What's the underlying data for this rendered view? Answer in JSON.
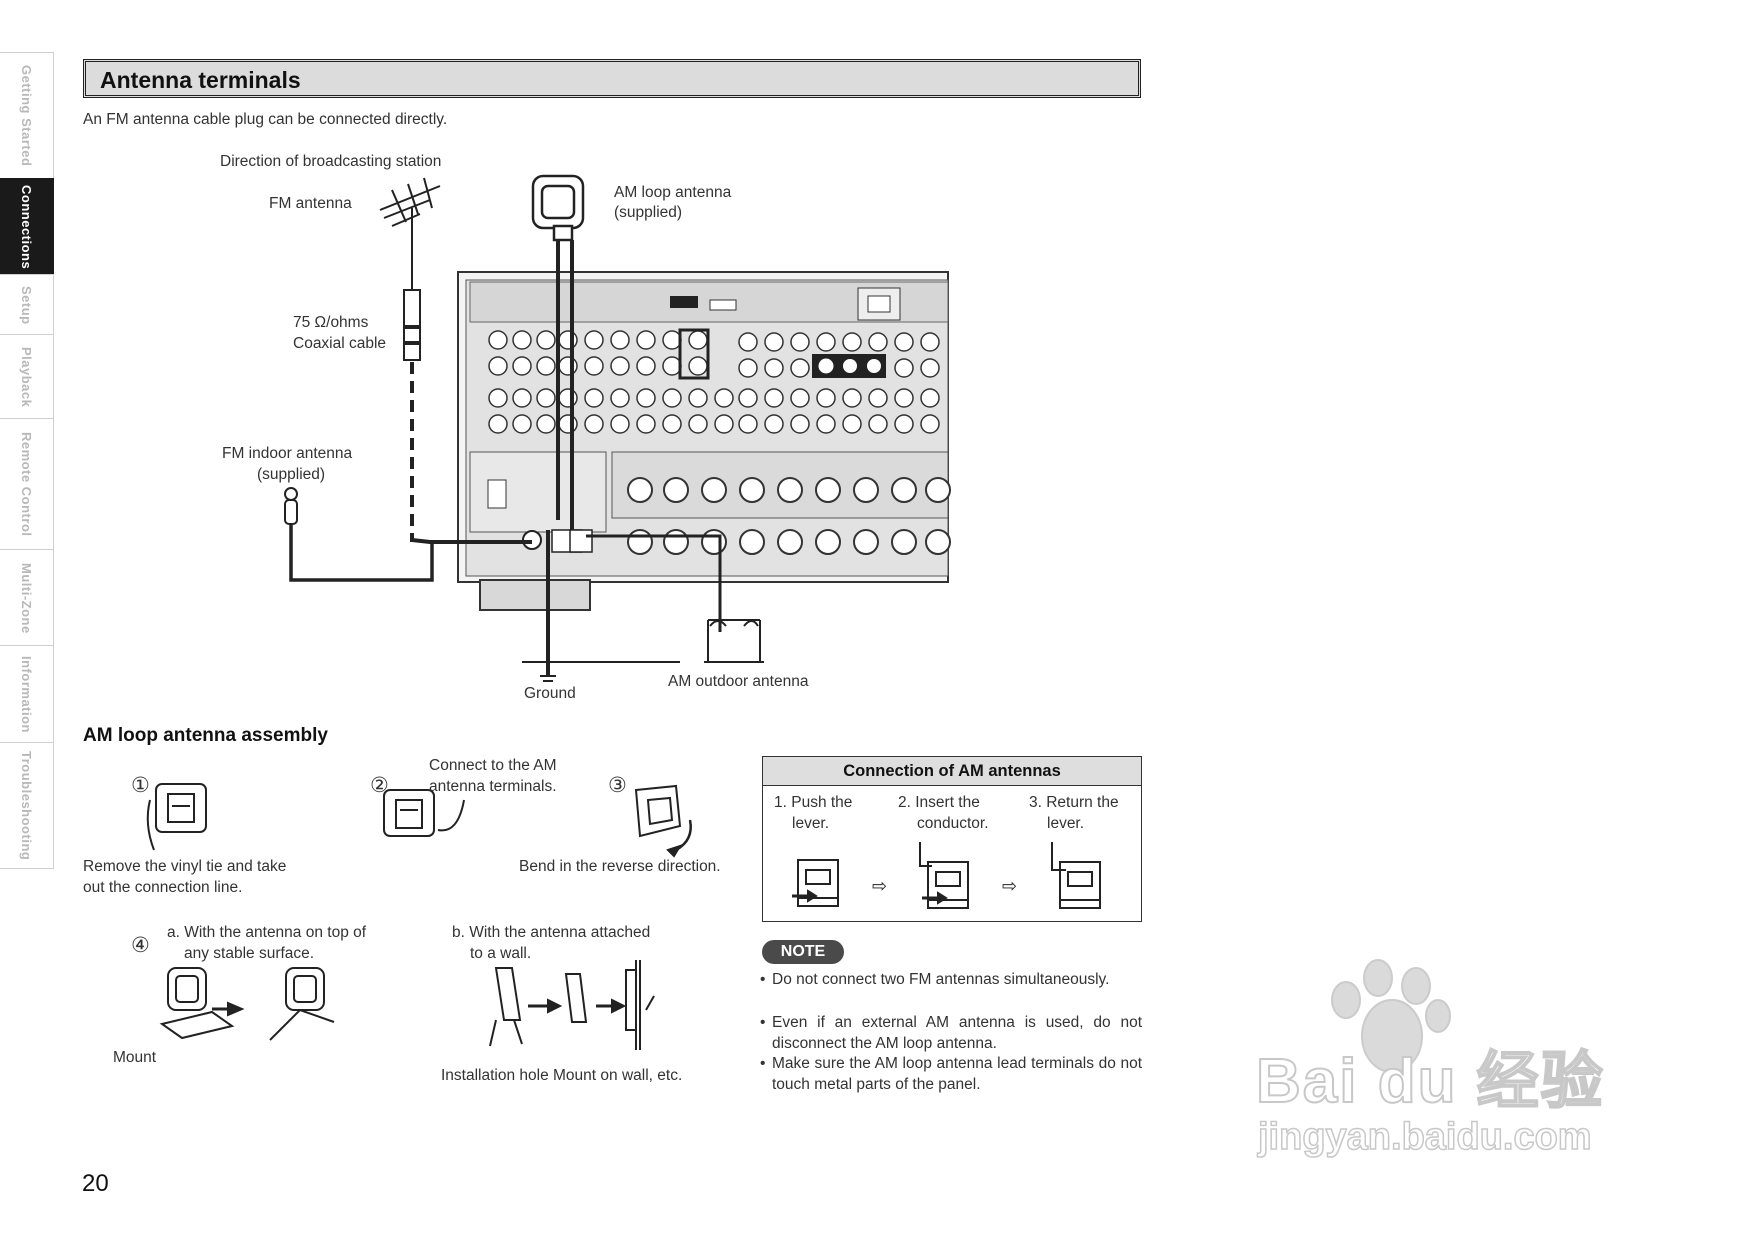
{
  "side_tabs": [
    {
      "label": "Getting Started",
      "active": false
    },
    {
      "label": "Connections",
      "active": true
    },
    {
      "label": "Setup",
      "active": false
    },
    {
      "label": "Playback",
      "active": false
    },
    {
      "label": "Remote Control",
      "active": false
    },
    {
      "label": "Multi-Zone",
      "active": false
    },
    {
      "label": "Information",
      "active": false
    },
    {
      "label": "Troubleshooting",
      "active": false
    }
  ],
  "section_title": "Antenna terminals",
  "intro": "An FM antenna cable plug can be connected directly.",
  "diagram": {
    "direction_label": "Direction of broadcasting station",
    "fm_antenna": "FM antenna",
    "am_loop_line1": "AM loop antenna",
    "am_loop_line2": "(supplied)",
    "coax_line1": "75 Ω/ohms",
    "coax_line2": "Coaxial cable",
    "fm_indoor_line1": "FM indoor antenna",
    "fm_indoor_line2": "(supplied)",
    "ground": "Ground",
    "am_outdoor": "AM outdoor antenna"
  },
  "assembly": {
    "title": "AM loop antenna assembly",
    "step1_num": "①",
    "step1_text_line1": "Remove the vinyl tie and take",
    "step1_text_line2": "out the connection line.",
    "step2_num": "②",
    "step2_text_line1": "Connect to the AM",
    "step2_text_line2": "antenna terminals.",
    "step3_num": "③",
    "step3_text": "Bend in the reverse direction.",
    "step4_num": "④",
    "step4a_line1": "a. With the antenna on top of",
    "step4a_line2": "any stable surface.",
    "step4a_caption": "Mount",
    "step4b_line1": "b. With the antenna attached",
    "step4b_line2": "to a wall.",
    "step4b_caption": "Installation hole Mount on wall, etc."
  },
  "connection_box": {
    "title": "Connection of AM antennas",
    "steps": [
      {
        "line1": "1. Push the",
        "line2": "lever."
      },
      {
        "line1": "2. Insert the",
        "line2": "conductor."
      },
      {
        "line1": "3. Return the",
        "line2": "lever."
      }
    ]
  },
  "note": {
    "badge": "NOTE",
    "items": [
      "Do not connect two FM antennas simultaneously.",
      "Even if an external AM antenna is used, do not disconnect the AM loop antenna.",
      "Make sure the AM loop antenna lead terminals do not touch metal parts of the panel."
    ]
  },
  "page_number": "20",
  "watermark": {
    "line1": "Bai du 经验",
    "line2": "jingyan.baidu.com"
  },
  "colors": {
    "header_bg": "#dcdcdc",
    "active_tab": "#1a1a1a",
    "inactive_tab_text": "#b8b8b8",
    "note_badge": "#4a4a4a"
  }
}
